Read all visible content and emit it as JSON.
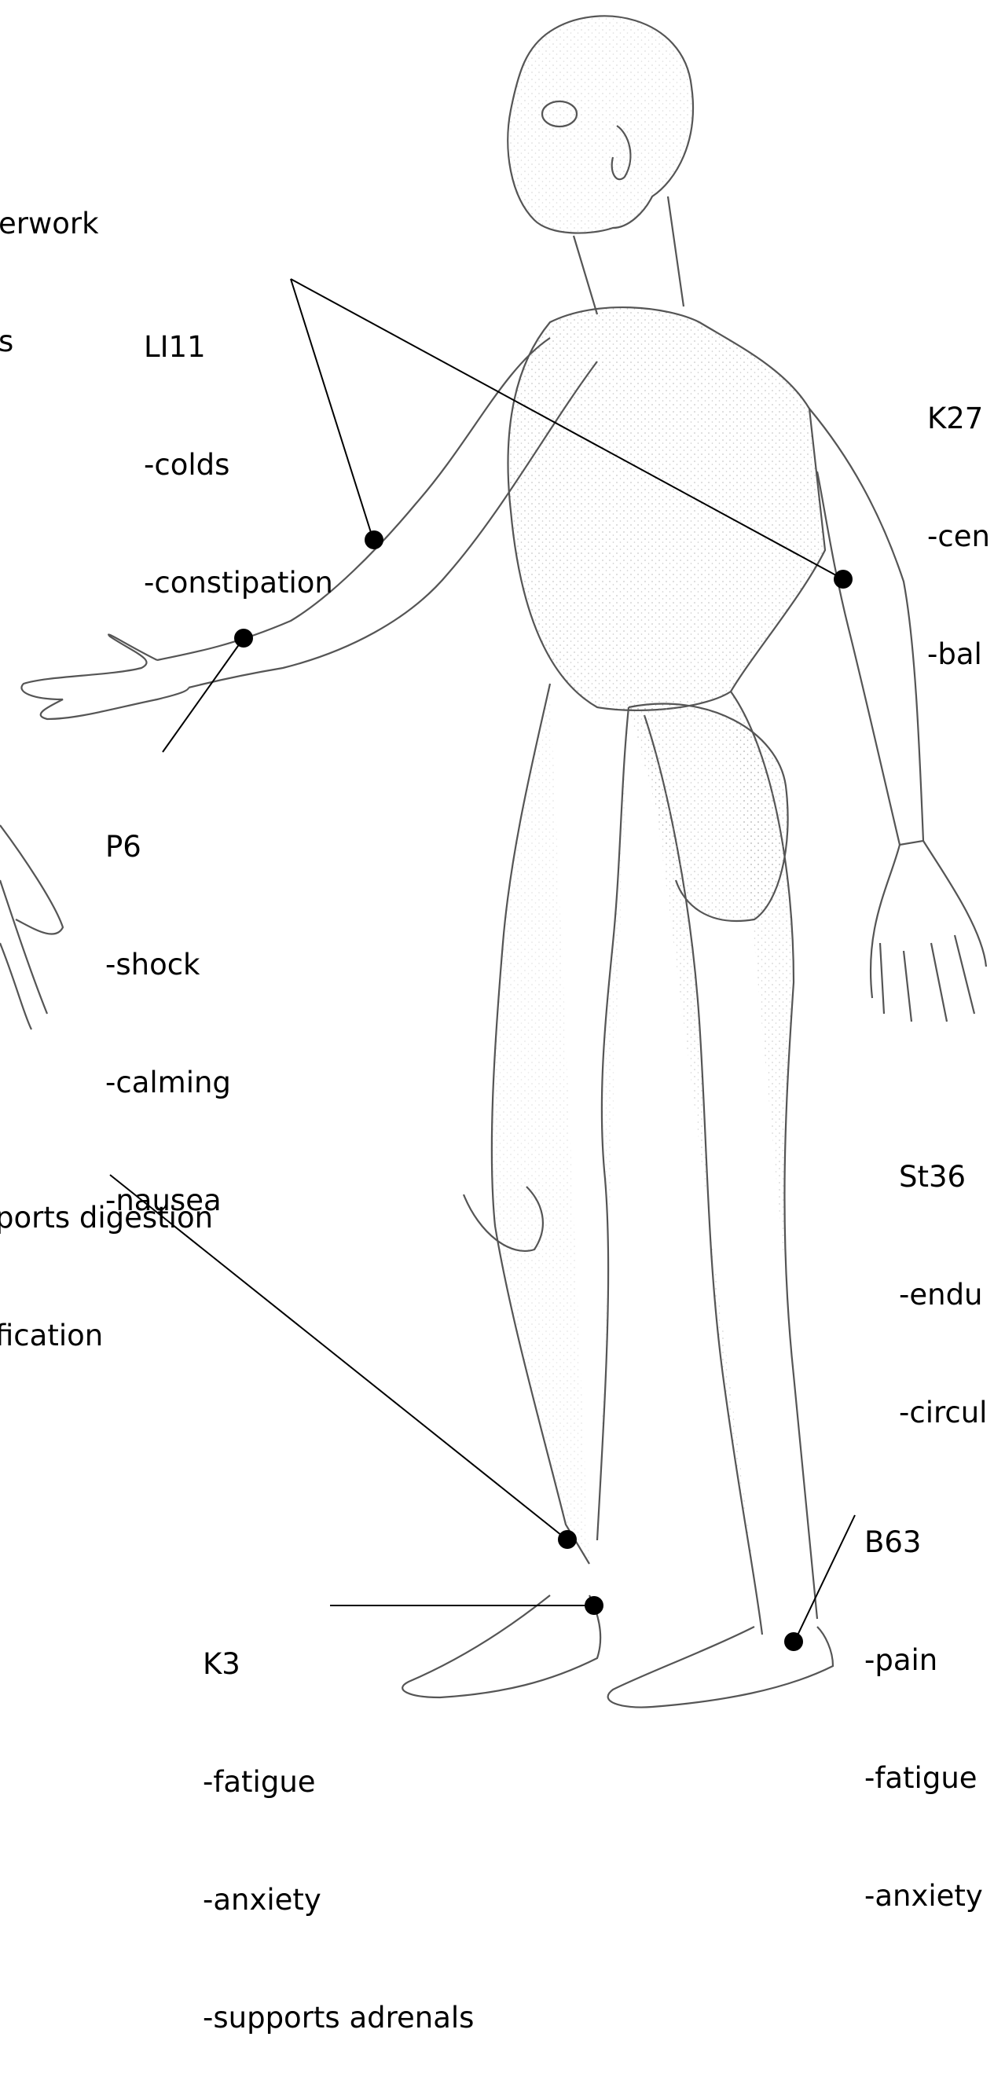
{
  "labels": {
    "header_fragment": [
      "erwork",
      "s"
    ],
    "li11": {
      "name": "LI11",
      "items": [
        "-colds",
        "-constipation"
      ]
    },
    "k27": {
      "name": "K27",
      "items": [
        "-cen",
        "-bal"
      ]
    },
    "p6": {
      "name": "P6",
      "items": [
        "-shock",
        "-calming",
        "-nausea"
      ]
    },
    "st36_left": {
      "items": [
        "ports digestion",
        "fication"
      ]
    },
    "st36": {
      "name": "St36",
      "items": [
        "-endu",
        "-circul"
      ]
    },
    "b63": {
      "name": "B63",
      "items": [
        "-pain",
        "-fatigue",
        "-anxiety"
      ]
    },
    "k3": {
      "name": "K3",
      "items": [
        "-fatigue",
        "-anxiety",
        "-supports adrenals"
      ]
    }
  },
  "colors": {
    "ink": "#000000",
    "sketch": "#555555",
    "stipple": "#9a9a9a"
  }
}
